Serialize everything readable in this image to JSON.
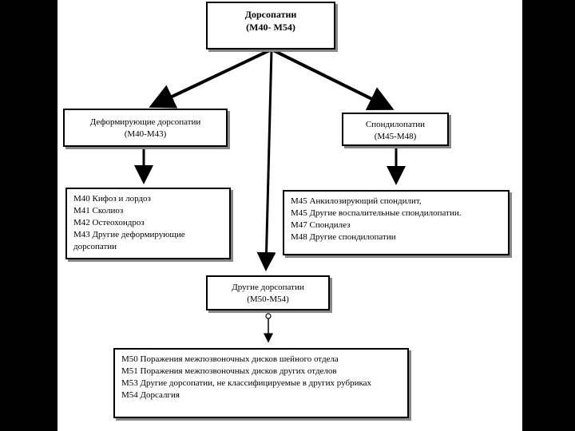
{
  "root": {
    "title": "Дорсопатии",
    "code": "(М40- М54)"
  },
  "left": {
    "title": "Деформирующие дорсопатии",
    "code": "(М40-М43)",
    "items": [
      "М40 Кифоз и лордоз",
      "М41 Сколиоз",
      "М42 Остеохондроз",
      "М43 Другие деформирующие дорсопатии"
    ]
  },
  "right": {
    "title": "Спондилопатии",
    "code": "(М45-М48)",
    "items": [
      "М45 Анкилозирующий спондилит,",
      "М45 Другие воспалительные спондилопатии.",
      "М47 Спондилез",
      "М48 Другие спондилопатии"
    ]
  },
  "middle": {
    "title": "Другие дорсопатии",
    "code": "(М50-М54)",
    "items": [
      "М50 Поражения межпозвоночных дисков шейного отдела",
      "М51 Поражения межпозвоночных дисков других отделов",
      "М53 Другие дорсопатии, не классифицируемые в других рубриках",
      "М54 Дорсалгия"
    ]
  }
}
